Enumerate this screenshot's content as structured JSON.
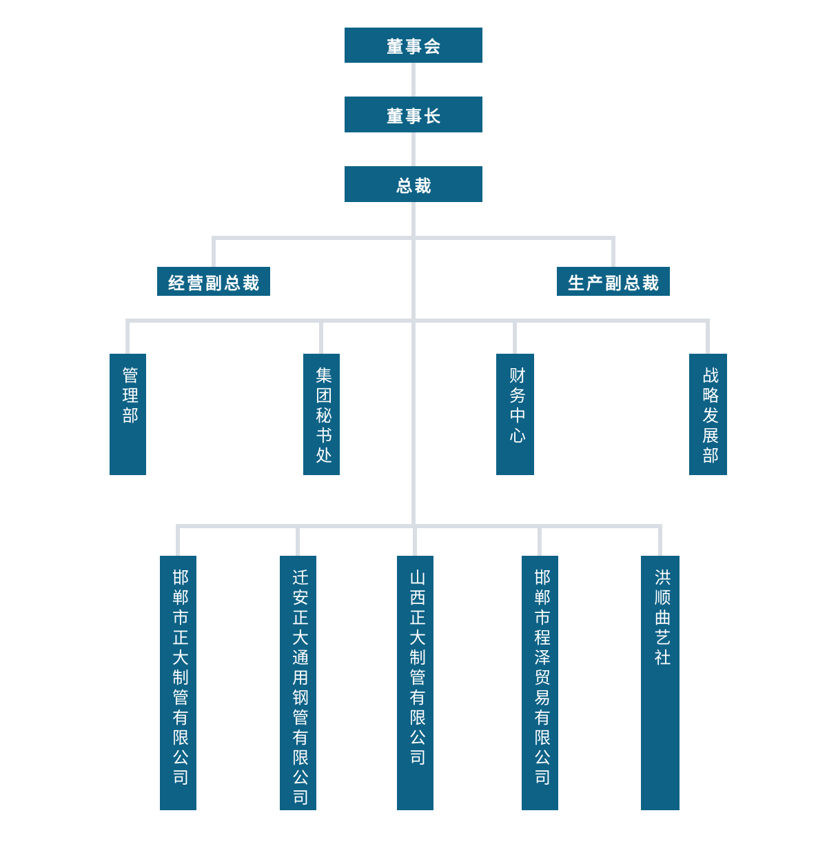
{
  "colors": {
    "node_fill": "#0d6286",
    "connector": "#d9dee4",
    "node_text": "#ffffff",
    "background": "#ffffff"
  },
  "org": {
    "top_chain": [
      {
        "label": "董事会"
      },
      {
        "label": "董事长"
      },
      {
        "label": "总裁"
      }
    ],
    "vps": [
      {
        "label": "经营副总裁"
      },
      {
        "label": "生产副总裁"
      }
    ],
    "departments": [
      {
        "label": "管理部"
      },
      {
        "label": "集团秘书处"
      },
      {
        "label": "财务中心"
      },
      {
        "label": "战略发展部"
      }
    ],
    "companies": [
      {
        "label": "邯郸市正大制管有限公司"
      },
      {
        "label": "迁安正大通用钢管有限公司"
      },
      {
        "label": "山西正大制管有限公司"
      },
      {
        "label": "邯郸市程泽贸易有限公司"
      },
      {
        "label": "洪顺曲艺社"
      }
    ]
  }
}
